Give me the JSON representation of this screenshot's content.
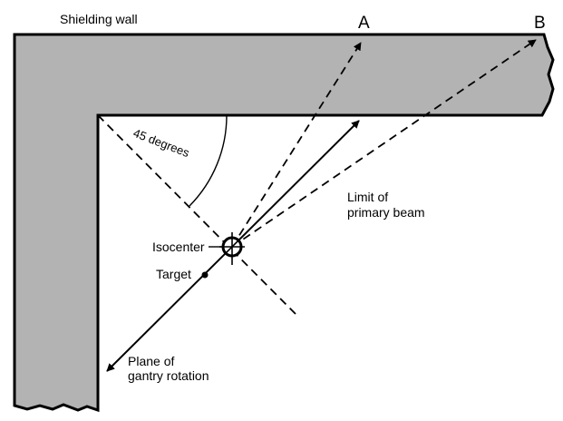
{
  "labels": {
    "wall": "Shielding wall",
    "point_a": "A",
    "point_b": "B",
    "angle": "45 degrees",
    "limit_line1": "Limit of",
    "limit_line2": "primary beam",
    "isocenter": "Isocenter",
    "target": "Target",
    "plane_line1": "Plane of",
    "plane_line2": "gantry rotation"
  },
  "colors": {
    "wall_fill": "#b3b3b3",
    "ink": "#000000",
    "background": "#ffffff"
  }
}
